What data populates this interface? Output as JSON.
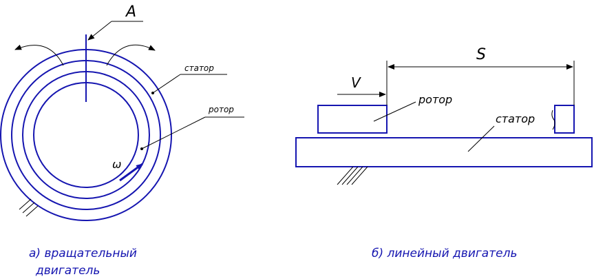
{
  "rotary": {
    "axis_label": "A",
    "stator_label": "статор",
    "rotor_label": "ротор",
    "omega_label": "ω",
    "caption_line1": "а) вращательный",
    "caption_line2": "двигатель"
  },
  "linear": {
    "distance_label": "S",
    "velocity_label": "V",
    "rotor_label": "ротор",
    "stator_label": "статор",
    "caption": "б) линейный двигатель"
  },
  "colors": {
    "outline": "#1515b0",
    "leader": "#000000"
  }
}
